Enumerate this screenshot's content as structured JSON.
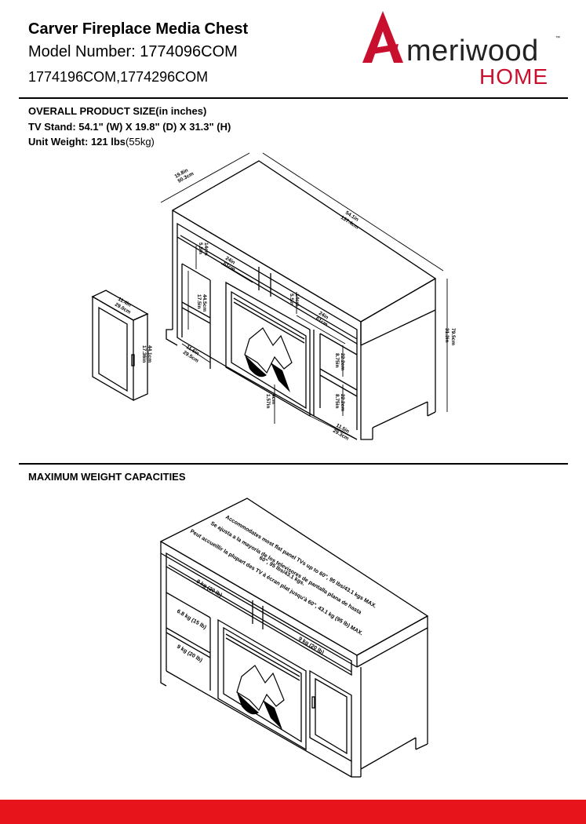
{
  "header": {
    "product_name": "Carver Fireplace Media Chest",
    "model_number": "Model Number: 1774096COM",
    "alt_models": "1774196COM,1774296COM"
  },
  "logo": {
    "letter": "A",
    "word": "meriwood",
    "tm": "™",
    "home": "HOME",
    "brand_red": "#c8102e"
  },
  "overall": {
    "heading": "OVERALL PRODUCT SIZE(in inches)",
    "tv_stand_label": "TV Stand:",
    "tv_stand_value": "54.1\" (W) X 19.8\" (D) X  31.3\" (H)",
    "weight_label": "Unit Weight:",
    "weight_value": "121 lbs",
    "weight_kg": "(55kg)"
  },
  "diagram1": {
    "depth_in": "19.8in",
    "depth_cm": "50.3cm",
    "width_in": "54.1in",
    "width_cm": "137.4cm",
    "height_in": "31.3in",
    "height_cm": "79.5cm",
    "upper_h_in": "5.5in",
    "upper_h_cm": "14cm",
    "upper_w_in": "24in",
    "upper_w_cm": "61cm",
    "upper2_h_in": "5.5in",
    "upper2_h_cm": "14cm",
    "upper2_w_in": "24in",
    "upper2_w_cm": "61cm",
    "side_h_in": "17.5in",
    "side_h_cm": "44.5cm",
    "side_w_in": "11.6in",
    "side_w_cm": "29.5cm",
    "right_top_in": "8.75in",
    "right_top_cm": "22.2cm",
    "right_bot_in": "8.75in",
    "right_bot_cm": "22.2cm",
    "right_w_in": "11.5in",
    "right_w_cm": "29.3cm",
    "clear_in": "1.57in",
    "clear_cm": "4cm",
    "door_w_in": "11.4in",
    "door_w_cm": "29.0cm",
    "door_h_in": "17.36in",
    "door_h_cm": "44.1cm"
  },
  "capacities": {
    "heading": "MAXIMUM WEIGHT CAPACITIES",
    "top_en": "Accommodates most flat panel TVs up to 60\", 95 lbs/43.1 kgs MAX.",
    "top_es": "Se ajusta a la mayoría de los televisores de pantalla plana de hasta",
    "top_es2": "60\", 95 lbs/43.1 kgs.",
    "top_fr": "Peut accueillir la plupart des TV à écran plat jusqu'à 60\", 43.1 kg (95 lb) MAX.",
    "shelf_upper_left": "9 kg (20 lb)",
    "shelf_upper_right": "9 kg (20 lb)",
    "side_shelf_1": "6.8 kg (15 lb)",
    "side_shelf_2": "9 kg (20 lb)"
  },
  "colors": {
    "accent_bar": "#e8141b",
    "line": "#000000"
  }
}
